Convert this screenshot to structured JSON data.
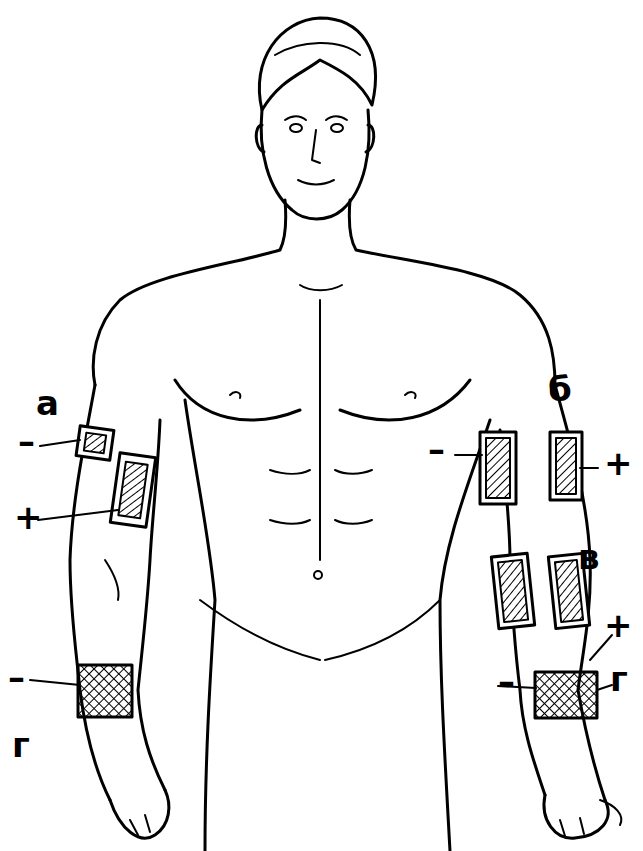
{
  "diagram": {
    "labels": [
      "а",
      "–",
      "+",
      "–",
      "г",
      "б",
      "–",
      "+",
      "в",
      "+",
      "г",
      "–"
    ]
  }
}
